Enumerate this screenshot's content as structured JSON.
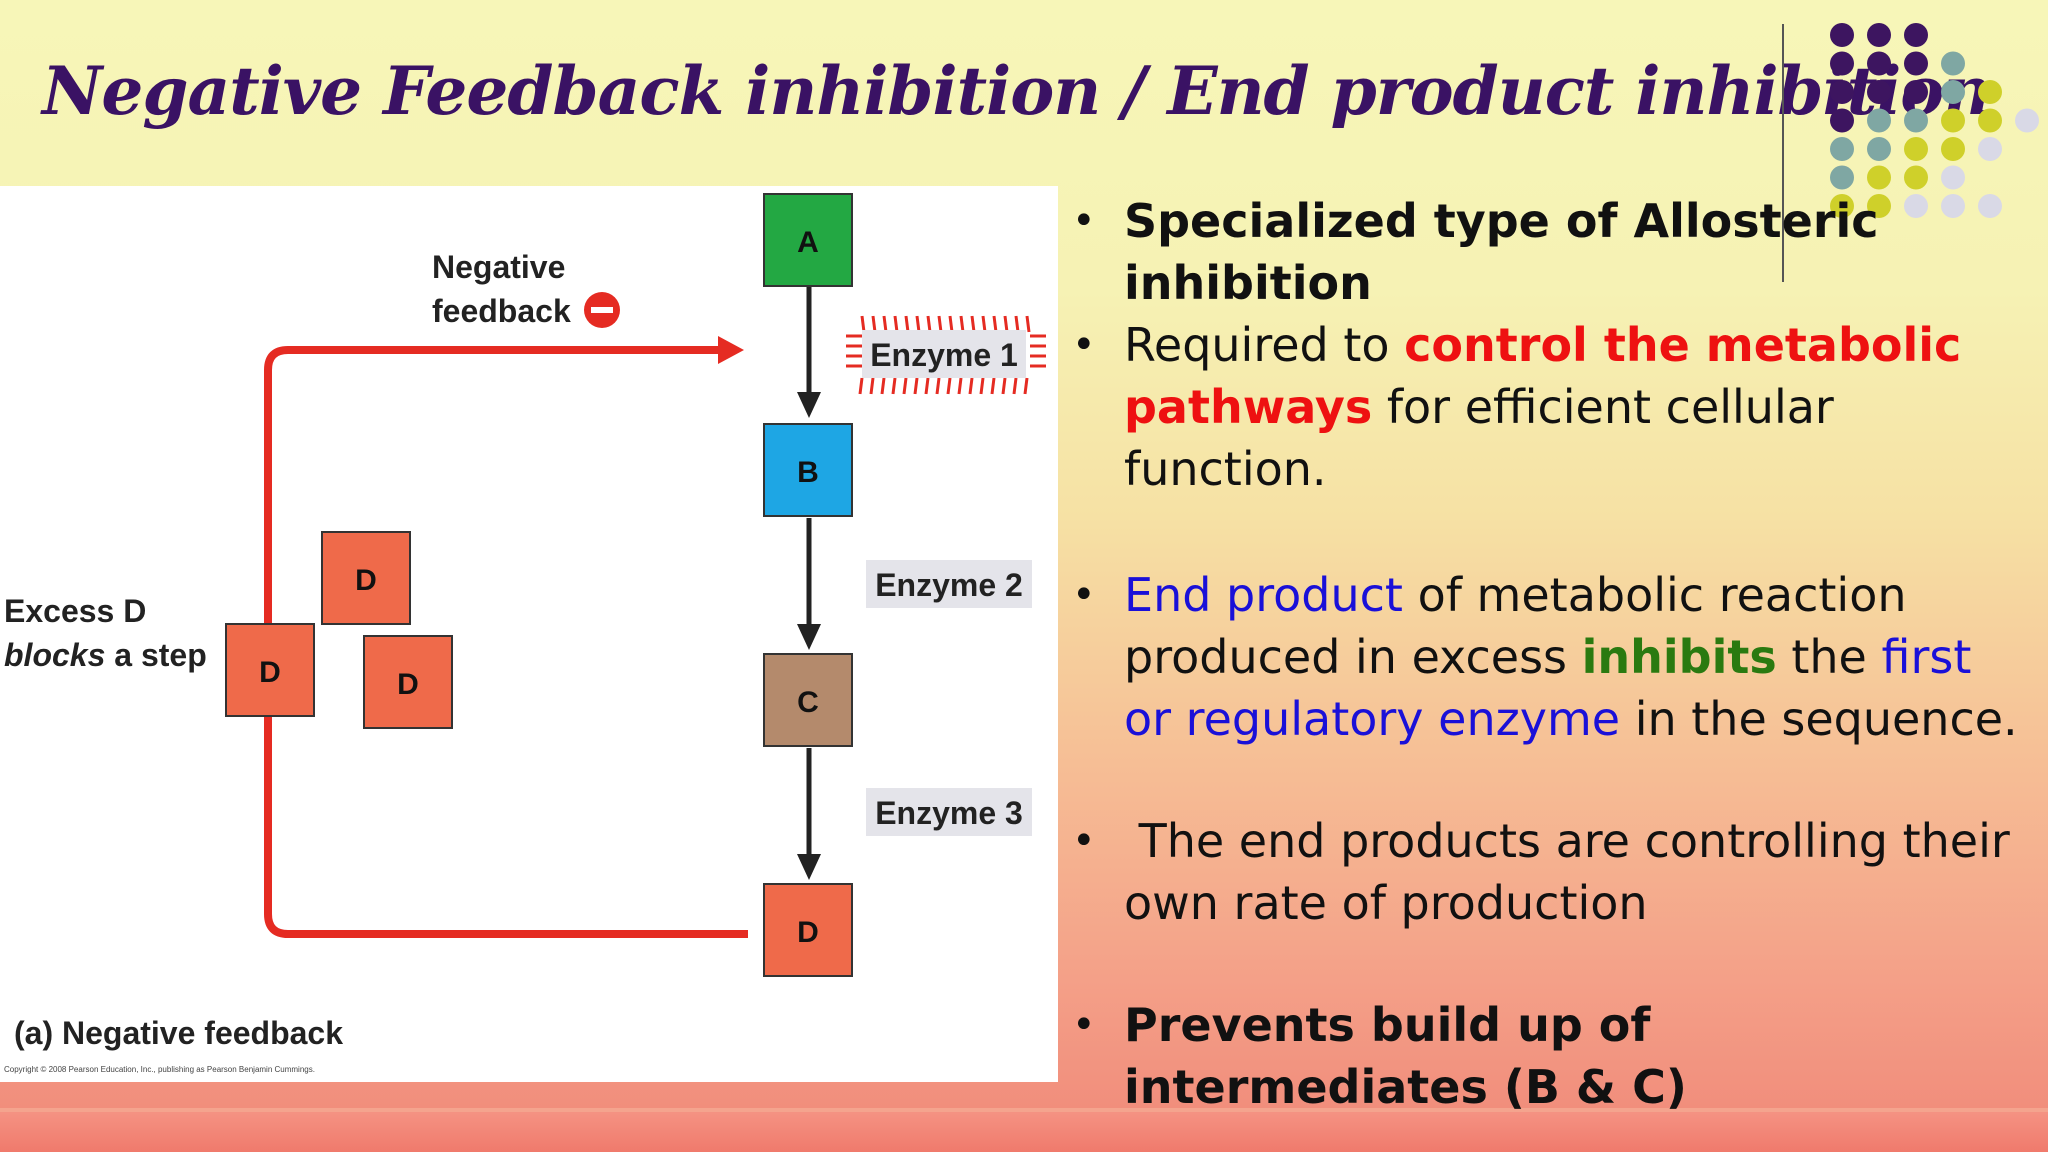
{
  "title": "Negative Feedback  inhibition / End product inhibition",
  "colors": {
    "title": "#3a1264",
    "blue": "#1a10d8",
    "red": "#ee1111",
    "green": "#2a7a10",
    "arrow_red": "#e52b22",
    "box_a": "#23a843",
    "box_b": "#1ea6e4",
    "box_c": "#b48a6c",
    "box_d": "#ef6a4a",
    "dot_purple": "#3d1560",
    "dot_teal": "#7fa7a3",
    "dot_yellow": "#cfd02a",
    "dot_lavender": "#d9d9e6"
  },
  "diagram": {
    "pathway": {
      "box_a": "A",
      "box_b": "B",
      "box_c": "C",
      "box_d": "D",
      "enzyme_1": "Enzyme 1",
      "enzyme_2": "Enzyme 2",
      "enzyme_3": "Enzyme 3"
    },
    "feedback_label_line1": "Negative",
    "feedback_label_line2": "feedback",
    "excess_label_line1": "Excess D",
    "excess_label_italic": "blocks",
    "excess_label_rest": " a step",
    "excess_d_boxes": [
      "D",
      "D",
      "D"
    ],
    "caption": "(a) Negative feedback",
    "copyright": "Copyright © 2008 Pearson Education, Inc., publishing as Pearson Benjamin Cummings."
  },
  "bullets": {
    "b1_part1": "Specialized type of Allosteric inhibition",
    "b2_part1": "Required to ",
    "b2_part2": "control the metabolic pathways",
    "b2_part3": " for efficient cellular function.",
    "b3_part1": "End product",
    "b3_part2": " of metabolic reaction produced in excess ",
    "b3_part3": "inhibits",
    "b3_part4": " the ",
    "b3_part5": "first or regulatory enzyme",
    "b3_part6": " in the sequence.",
    "b4_part1": " The end products are controlling their own rate of production",
    "b5_part1": "Prevents build up of intermediates (B & C)",
    "bullet_char": "•"
  }
}
